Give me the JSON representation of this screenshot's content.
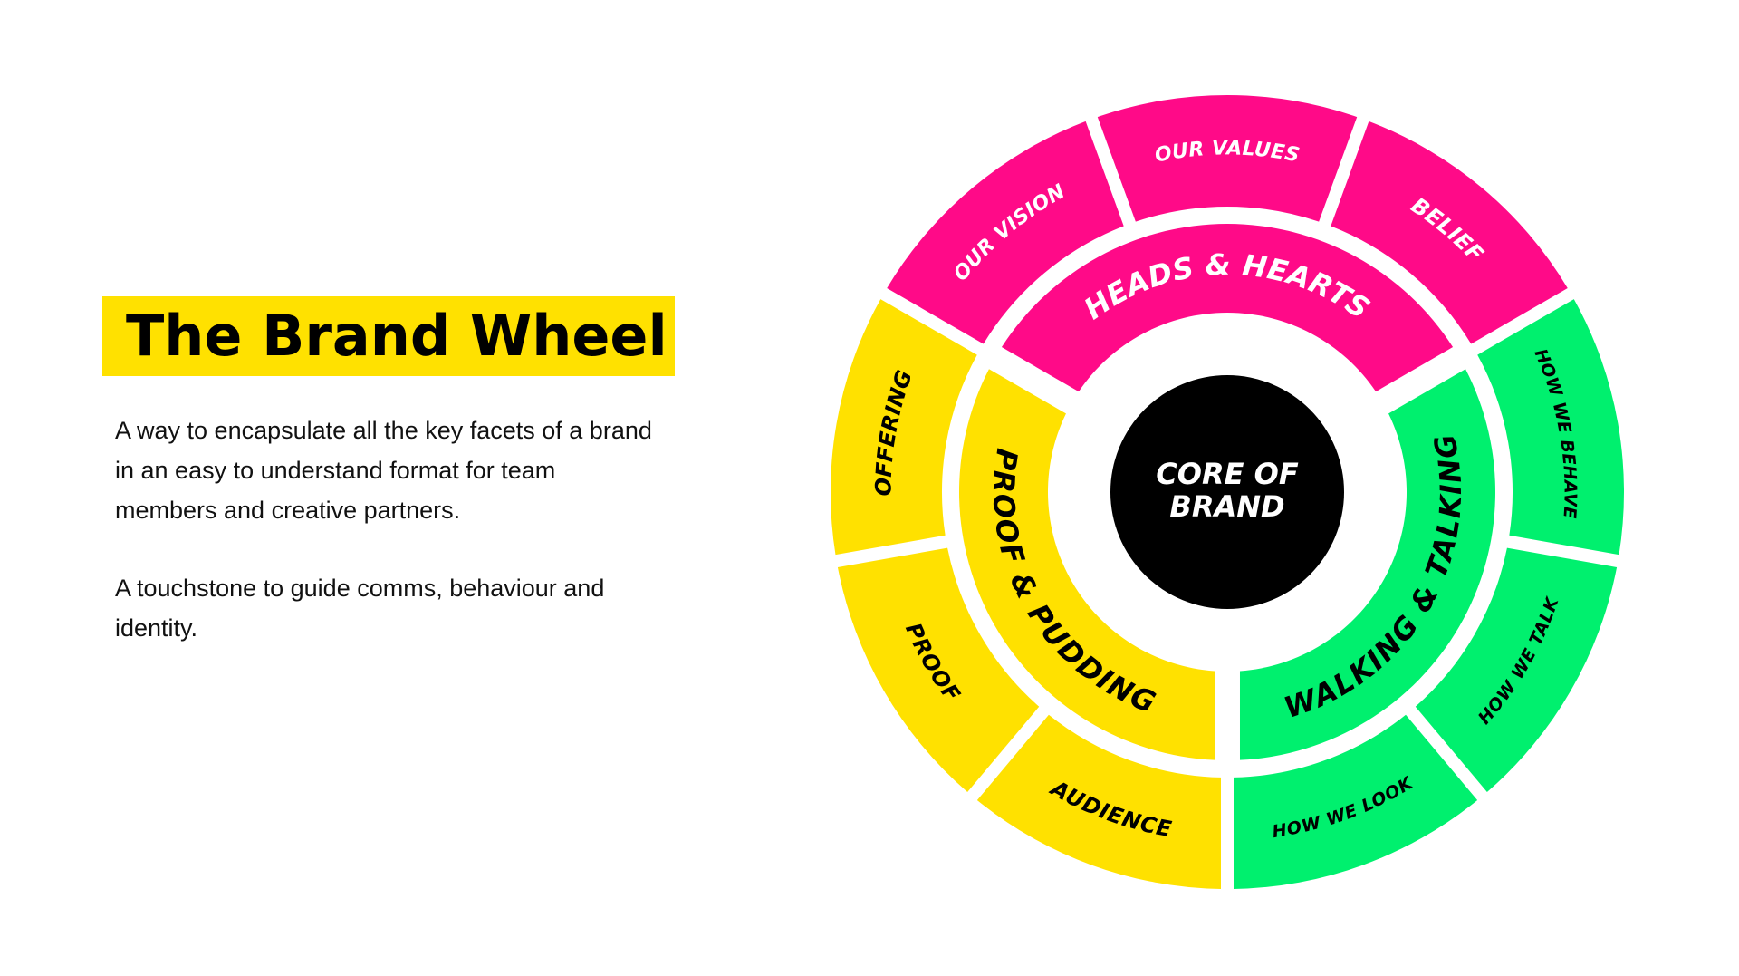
{
  "title": "The Brand Wheel",
  "description": [
    "A way to encapsulate all the key facets of a brand in an easy to understand format for team members and creative partners.",
    "A touchstone to guide comms, behaviour and identity."
  ],
  "colors": {
    "pink": "#FF0A88",
    "yellow": "#FFE100",
    "green": "#00F06E",
    "core": "#000000",
    "title_highlight": "#FFE100"
  },
  "wheel": {
    "core": [
      "CORE OF",
      "BRAND"
    ],
    "inner": [
      {
        "id": "heads-hearts",
        "label": "HEADS & HEARTS",
        "color": "pink"
      },
      {
        "id": "walking-talking",
        "label": "WALKING & TALKING",
        "color": "green"
      },
      {
        "id": "proof-pudding",
        "label": "PROOF & PUDDING",
        "color": "yellow"
      }
    ],
    "outer": [
      {
        "id": "our-values",
        "label": "OUR VALUES",
        "color": "pink"
      },
      {
        "id": "belief",
        "label": "BELIEF",
        "color": "pink"
      },
      {
        "id": "how-we-behave",
        "label": "HOW WE BEHAVE",
        "color": "green"
      },
      {
        "id": "how-we-talk",
        "label": "HOW WE TALK",
        "color": "green"
      },
      {
        "id": "how-we-look",
        "label": "HOW WE LOOK",
        "color": "green"
      },
      {
        "id": "audience",
        "label": "AUDIENCE",
        "color": "yellow"
      },
      {
        "id": "proof",
        "label": "PROOF",
        "color": "yellow"
      },
      {
        "id": "offering",
        "label": "OFFERING",
        "color": "yellow"
      },
      {
        "id": "our-vision",
        "label": "OUR VISION",
        "color": "pink"
      }
    ]
  }
}
